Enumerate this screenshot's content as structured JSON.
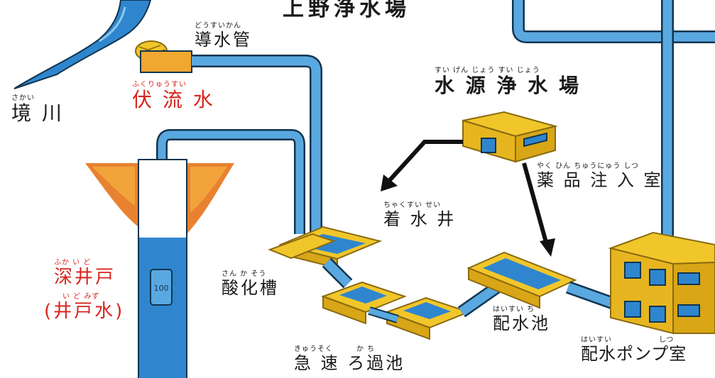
{
  "title": "上野浄水場",
  "labels": {
    "sakaigawa": {
      "ruby": "さかい",
      "text": "境 川"
    },
    "fukuryusui": {
      "ruby": "ふくりゅうすい",
      "text": "伏 流 水"
    },
    "dosuikan": {
      "ruby": "どうすいかん",
      "text": "導水管"
    },
    "suigen": {
      "ruby": "すい げん じょう すい じょう",
      "text": "水 源 浄 水 場"
    },
    "yakuhin": {
      "ruby": "やく ひん ちゅうにゅう しつ",
      "text": "薬 品 注 入 室"
    },
    "chakusuisei": {
      "ruby": "ちゃくすい せい",
      "text": "着 水 井"
    },
    "sankaso": {
      "ruby": "さん か そう",
      "text": "酸化槽"
    },
    "fukaido": {
      "ruby": "ふか い ど",
      "text": "深井戸"
    },
    "idomizu": {
      "ruby": "い ど みず",
      "text": "(井戸水)"
    },
    "haisuichi": {
      "ruby": "はいすい ち",
      "text": "配水池"
    },
    "kyusoku": {
      "ruby": "きゅうそく　　　か ち",
      "text": "急 速 ろ過池"
    },
    "pump": {
      "ruby": "はいすい　　　　　　しつ",
      "text": "配水ポンプ室"
    }
  },
  "pump_gauge": "100",
  "colors": {
    "water": "#2f86cf",
    "water_light": "#5aa8e0",
    "pipe_outline": "#11354f",
    "tank": "#f1c62a",
    "tank_dark": "#d8a616",
    "ground": "#e5741a",
    "label": "#1a1a1a",
    "label_red": "#d8241c"
  }
}
